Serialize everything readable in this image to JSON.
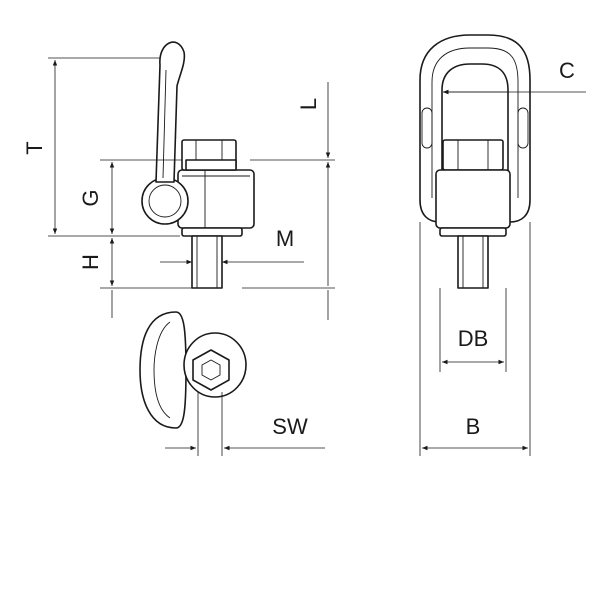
{
  "labels": {
    "T": "T",
    "G": "G",
    "H": "H",
    "L": "L",
    "M": "M",
    "C": "C",
    "DB": "DB",
    "SW": "SW",
    "B": "B"
  }
}
